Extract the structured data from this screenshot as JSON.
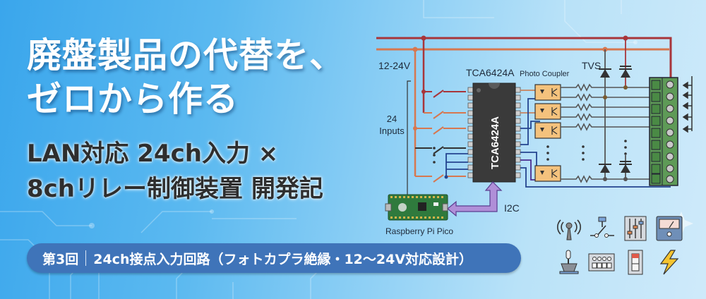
{
  "title": {
    "line1": "廃盤製品の代替を、",
    "line2": "ゼロから作る"
  },
  "subtitle": {
    "line1": "LAN対応 24ch入力 ×",
    "line2": "8chリレー制御装置 開発記"
  },
  "episode": {
    "number": "第3回",
    "topic": "24ch接点入力回路（フォトカプラ絶縁・12〜24V対応設計）"
  },
  "circuit": {
    "voltage_label": "12-24V",
    "chip_label": "TCA6424A",
    "chip_body_label": "TCA6424A",
    "photocoupler_label": "Photo Coupler",
    "tvs_label": "TVS",
    "inputs_label_count": "24",
    "inputs_label_text": "Inputs",
    "bus_label": "I2C",
    "mcu_label": "Raspberry Pi Pico"
  },
  "icons": [
    "antenna-icon",
    "switch-icon",
    "slider-panel-icon",
    "meter-icon",
    "joystick-icon",
    "terminal-block-icon",
    "toggle-switch-icon",
    "lightning-icon"
  ],
  "colors": {
    "bg_left": "#3aa6ec",
    "bg_right": "#cfeafa",
    "episode_pill": "#3f74b9",
    "wire_dark_red": "#a8353a",
    "wire_orange": "#d7774f",
    "wire_blue": "#24448f",
    "chip": "#3a3a3a",
    "photocoupler": "#f4c27d",
    "terminal": "#5e9a57",
    "i2c_arrow": "#b08fd8"
  }
}
